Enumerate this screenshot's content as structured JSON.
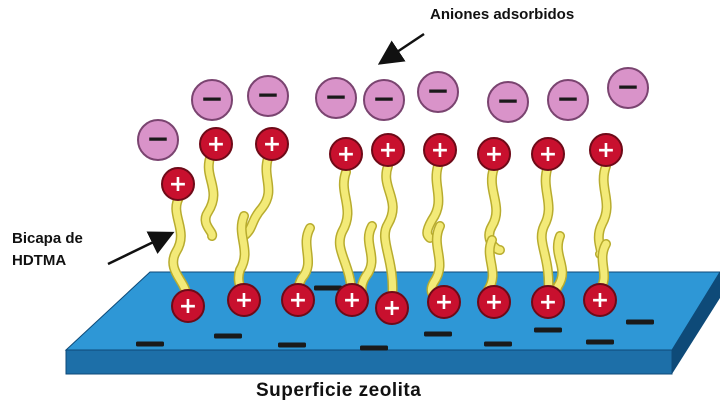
{
  "labels": {
    "adsorbed_anions": "Aniones adsorbidos",
    "bilayer_line1": "Bicapa de",
    "bilayer_line2": "HDTMA",
    "surface": "Superficie zeolita"
  },
  "symbols": {
    "plus": "+",
    "minus": "−"
  },
  "colors": {
    "anion_fill": "#d993c9",
    "anion_stroke": "#7a4470",
    "cation_fill": "#c8102e",
    "cation_stroke": "#6e0a18",
    "tail": "#f3ea78",
    "tail_stroke": "#b8ac2e",
    "surface_top": "#2e97d6",
    "surface_side": "#1d6fa8",
    "surface_edge": "#0e4a78",
    "surface_charge": "#1a1a1a",
    "text": "#111111"
  }
}
